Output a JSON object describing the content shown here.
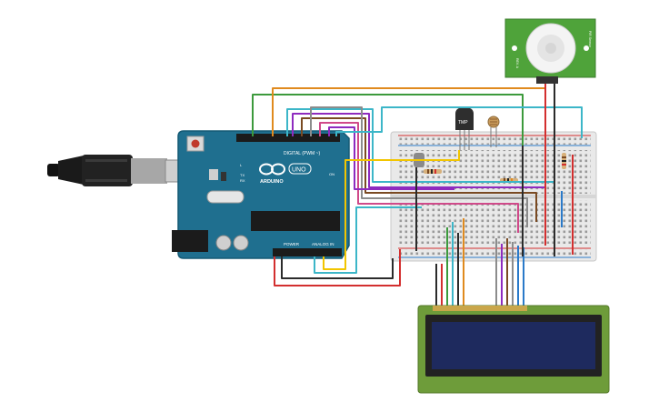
{
  "arduino": {
    "brand": "ARDUINO",
    "model": "UNO",
    "digital_label": "DIGITAL (PWM ~)",
    "power_label": "POWER",
    "analog_label": "ANALOG IN",
    "led_l": "L",
    "led_tx": "TX",
    "led_rx": "RX",
    "led_on": "ON"
  },
  "sensors": {
    "temp_label": "TMP"
  },
  "pir": {
    "label_left": "PIR Sensor",
    "label_right": "REV. A"
  },
  "colors": {
    "board": "#1f6f8f",
    "breadboard": "#e9e9e9",
    "lcd_frame": "#6e9c3a",
    "lcd_screen": "#1e2a5e",
    "wire_red": "#d32f2f",
    "wire_black": "#2b2b2b",
    "wire_orange": "#e08a1e",
    "wire_green": "#3c9a3c",
    "wire_purple": "#8e2bbf",
    "wire_brown": "#7a4a22",
    "wire_gray": "#8c8c8c",
    "wire_blue": "#2a7ac9",
    "wire_cyan": "#3cb6c8",
    "wire_yellow": "#f2c500",
    "wire_pink": "#d04a8a"
  }
}
